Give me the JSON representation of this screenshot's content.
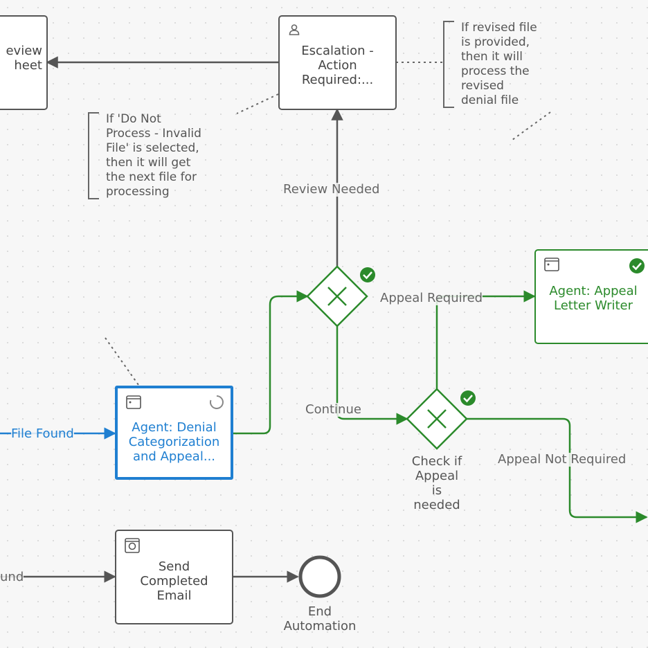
{
  "colors": {
    "active_path": "#2b8a2b",
    "current_task": "#1f7fd1",
    "default_stroke": "#555555",
    "canvas": "#f7f7f7"
  },
  "nodes": {
    "review_sheet": {
      "label_line1": "eview",
      "label_line2": "heet",
      "icon": "none"
    },
    "escalation": {
      "label": "Escalation - Action Required:...",
      "icon": "user-icon"
    },
    "appeal_writer": {
      "label": "Agent: Appeal Letter Writer",
      "icon": "agent-task-icon",
      "status_icon": "check-circle-icon"
    },
    "denial_categorization": {
      "label": "Agent: Denial Categorization and Appeal...",
      "icon": "agent-task-icon",
      "status_icon": "spinner-icon"
    },
    "send_email": {
      "label": "Send Completed Email",
      "icon": "script-task-icon"
    },
    "end_event": {
      "caption": "End\nAutomation",
      "icon": "end-event-icon"
    },
    "gateway_review": {
      "icon": "exclusive-gateway-icon",
      "status_icon": "check-circle-icon"
    },
    "gateway_check": {
      "caption": "Check if\nAppeal\nis\nneeded",
      "icon": "exclusive-gateway-icon",
      "status_icon": "check-circle-icon"
    }
  },
  "edge_labels": {
    "review_needed": "Review Needed",
    "appeal_required": "Appeal Required",
    "continue": "Continue",
    "appeal_not_required": "Appeal Not Required",
    "file_found": "File Found",
    "not_found": "und"
  },
  "annotations": {
    "revised_file": "If revised file\nis provided,\nthen it will\nprocess the\nrevised\ndenial file",
    "do_not_process": "If 'Do Not\nProcess - Invalid\nFile' is selected,\nthen it will get\nthe next file for\nprocessing"
  }
}
